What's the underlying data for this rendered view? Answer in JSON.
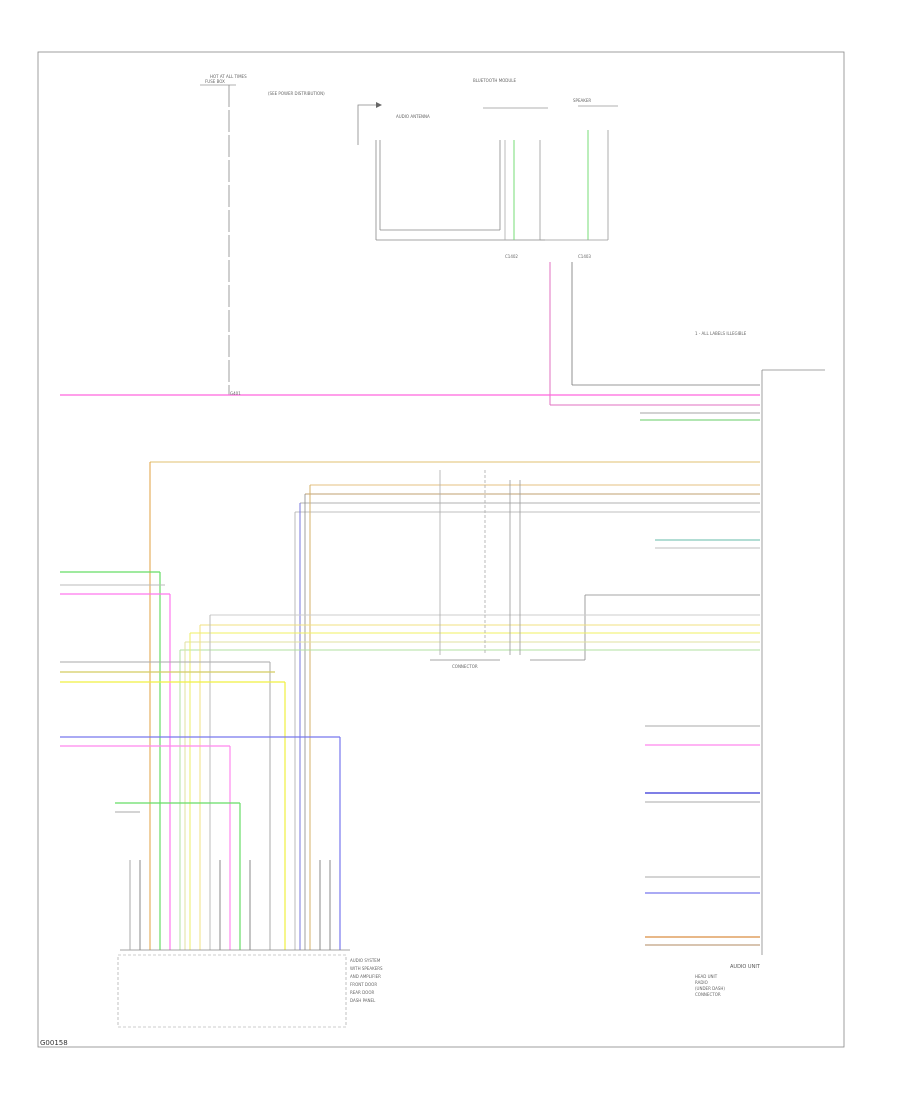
{
  "frame_id": "G00158",
  "labels": {
    "top_fuse_a": "HOT AT ALL TIMES",
    "top_fuse_b": "FUSE BOX",
    "top_fuse_c": "(SEE POWER DISTRIBUTION)",
    "top_left_group": "AUDIO ANTENNA",
    "top_center_group": "BLUETOOTH MODULE",
    "top_right_group": "SPEAKER",
    "splice_left": "C1402",
    "splice_right": "C1403",
    "right_note": "1 - ALL LABELS ILLEGIBLE",
    "module_block": "AUDIO UNIT",
    "module_lines": [
      "HEAD UNIT",
      "RADIO",
      "(UNDER DASH)",
      "CONNECTOR"
    ],
    "midblock_label": "CONNECTOR",
    "ground_label": "G401",
    "footnote_lines": [
      "AUDIO SYSTEM",
      "WITH SPEAKERS",
      "AND AMPLIFIER",
      "FRONT DOOR",
      "REAR DOOR",
      "DASH PANEL"
    ]
  }
}
